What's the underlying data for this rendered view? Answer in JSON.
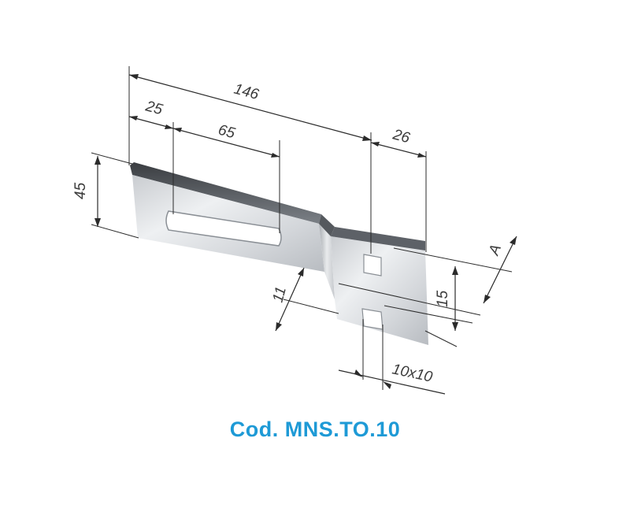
{
  "dimensions": {
    "overall_length": "146",
    "slot_offset": "25",
    "slot_length": "65",
    "tail_length": "26",
    "width": "45",
    "slot_width": "11",
    "hole_spacing": "15",
    "thickness": "A",
    "hole_size": "10x10"
  },
  "caption": "Cod. MNS.TO.10",
  "colors": {
    "caption": "#1e9ad6",
    "lines": "#2b2b2b",
    "metal_light": "#e4e6e8",
    "metal_dark": "#6f747a"
  }
}
